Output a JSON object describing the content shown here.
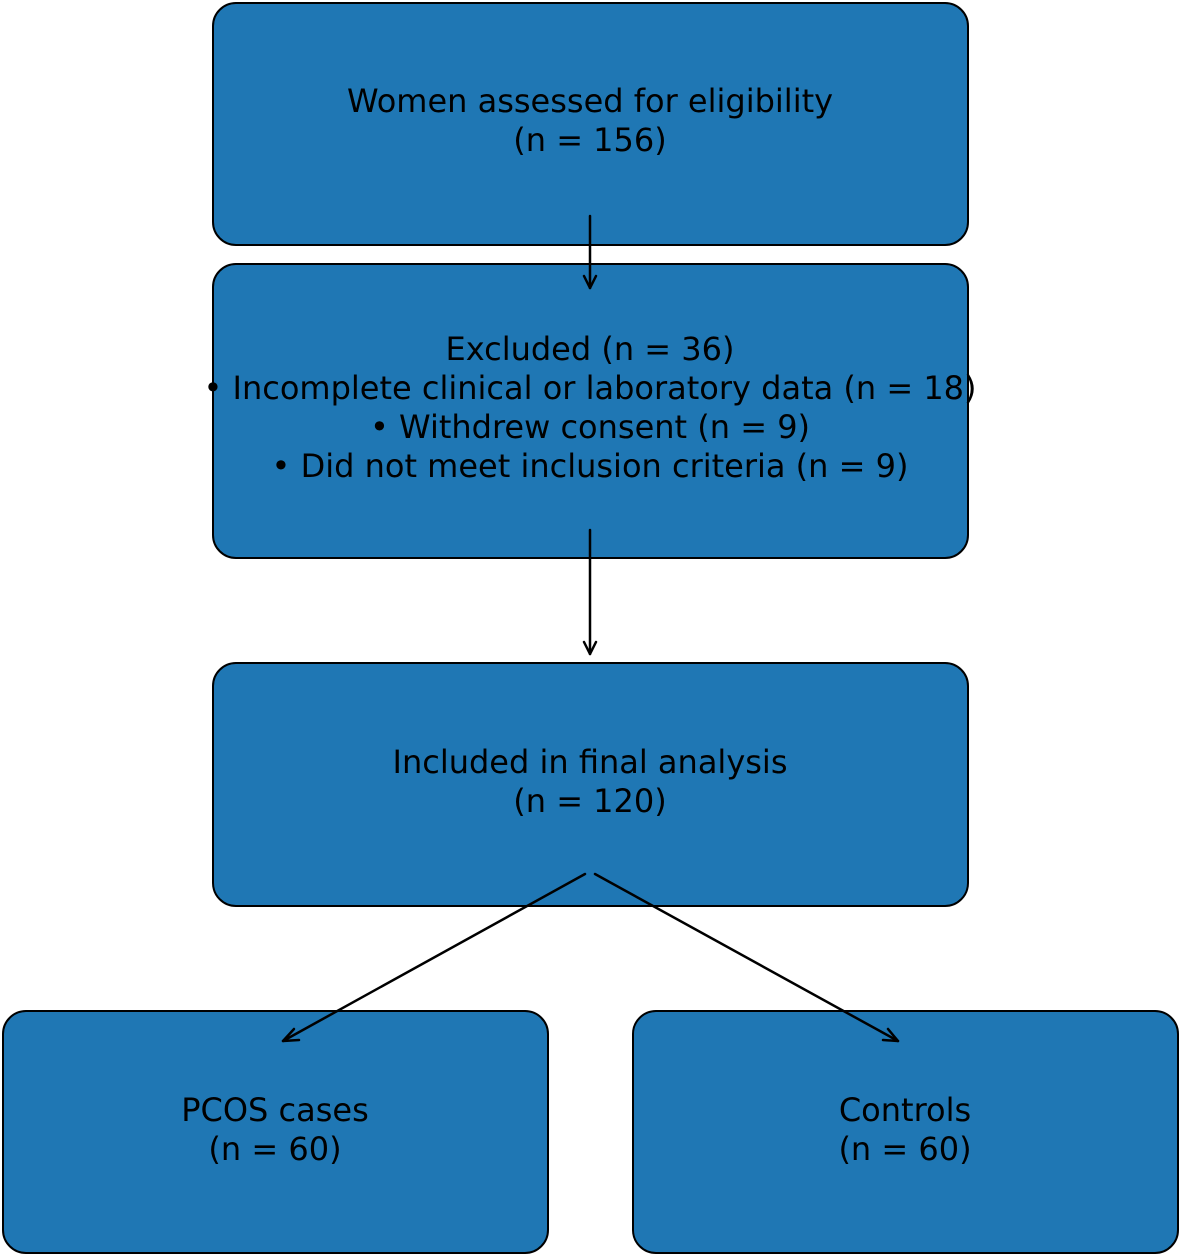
{
  "diagram": {
    "type": "flowchart",
    "box_color": "#1f77b4",
    "nodes": [
      {
        "id": "assessed",
        "lines": [
          "Women assessed for eligibility",
          "(n = 156)"
        ]
      },
      {
        "id": "excluded",
        "lines": [
          "Excluded (n = 36)",
          "• Incomplete clinical or laboratory data (n = 18)",
          "• Withdrew consent (n = 9)",
          "• Did not meet inclusion criteria (n = 9)"
        ]
      },
      {
        "id": "included",
        "lines": [
          "Included in final analysis",
          "(n = 120)"
        ]
      },
      {
        "id": "pcos",
        "lines": [
          "PCOS cases",
          "(n = 60)"
        ]
      },
      {
        "id": "controls",
        "lines": [
          "Controls",
          "(n = 60)"
        ]
      }
    ],
    "edges": [
      {
        "from": "assessed",
        "to": "excluded"
      },
      {
        "from": "excluded",
        "to": "included"
      },
      {
        "from": "included",
        "to": "pcos"
      },
      {
        "from": "included",
        "to": "controls"
      }
    ]
  }
}
